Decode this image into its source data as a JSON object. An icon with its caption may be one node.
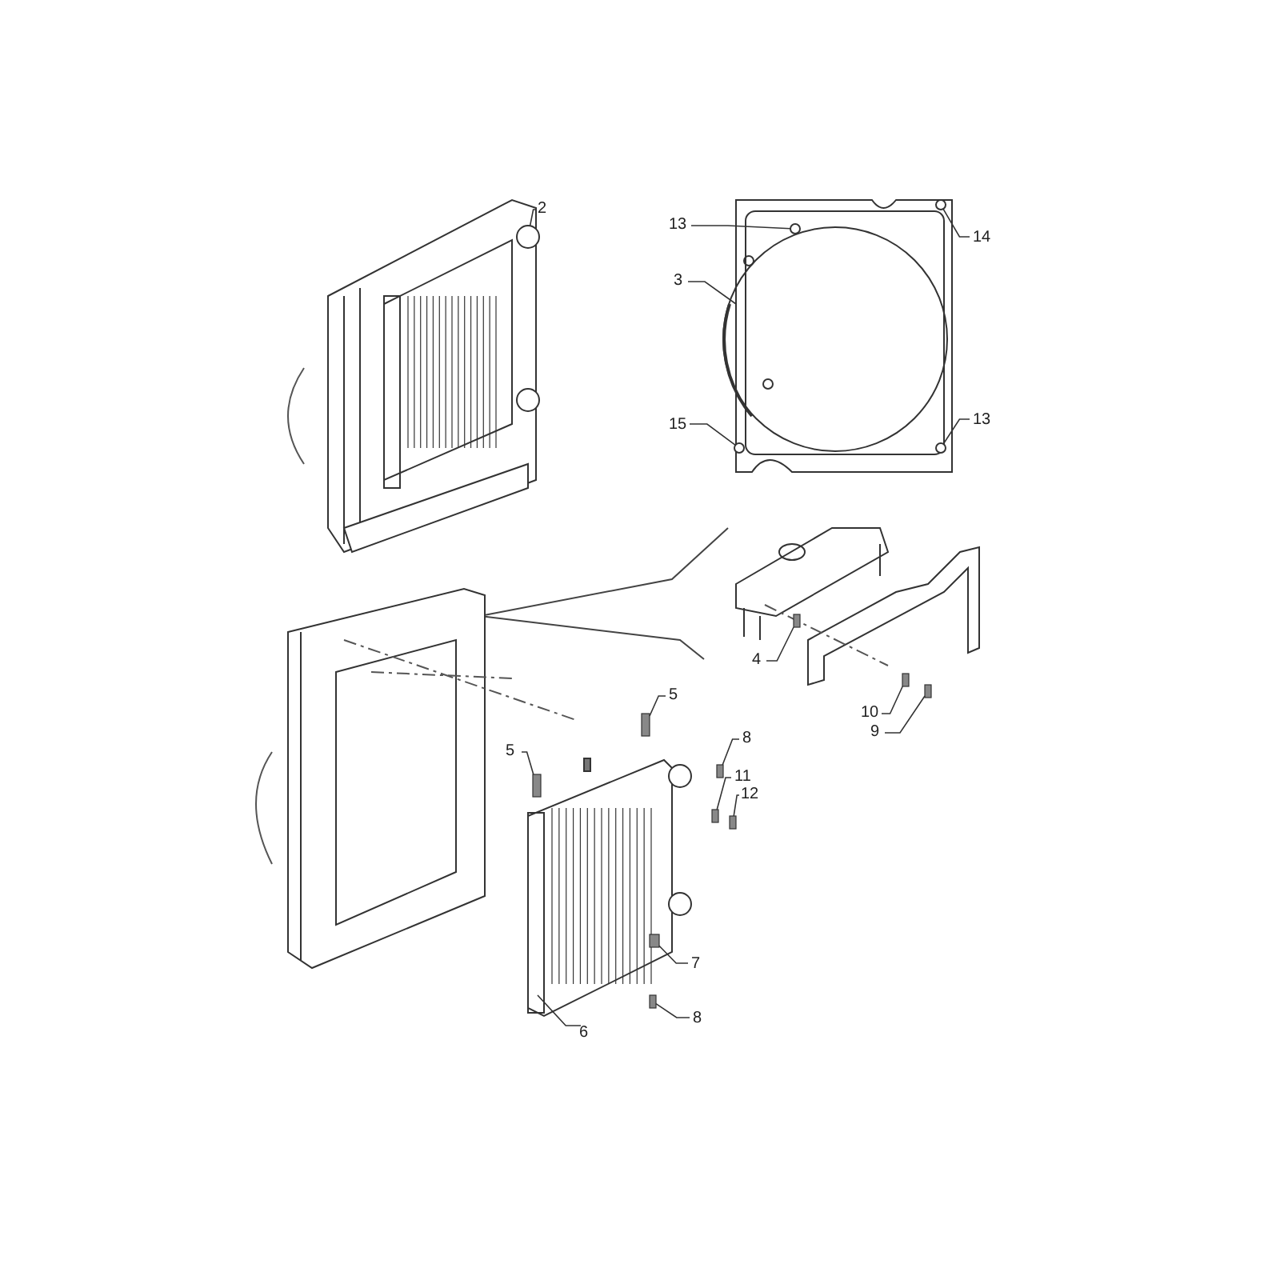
{
  "diagram": {
    "nodes": [
      {
        "text": [
          "2"
        ]
      },
      {
        "text": [
          "13"
        ]
      },
      {
        "text": [
          "14"
        ]
      },
      {
        "text": [
          "3"
        ]
      },
      {
        "text": [
          "15"
        ]
      },
      {
        "text": [
          "13"
        ]
      },
      {
        "text": [
          "4"
        ]
      },
      {
        "text": [
          "5"
        ]
      },
      {
        "text": [
          "10"
        ]
      },
      {
        "text": [
          "9"
        ]
      },
      {
        "text": [
          "8"
        ]
      },
      {
        "text": [
          "5"
        ]
      },
      {
        "text": [
          "11"
        ]
      },
      {
        "text": [
          "12"
        ]
      },
      {
        "text": [
          "7"
        ]
      },
      {
        "text": [
          "8"
        ]
      },
      {
        "text": [
          "6"
        ]
      },
      {
        "text": [],
        "shape": "circle"
      },
      {
        "text": [],
        "shape": "picture"
      },
      {
        "text": [],
        "shape": "circle",
        "in": 18
      },
      {
        "text": [],
        "shape": "circle",
        "in": 18
      },
      {
        "text": [],
        "shape": "circle",
        "in": 18
      },
      {
        "text": [],
        "shape": "circle",
        "in": 18
      },
      {
        "text": [],
        "shape": "bar"
      },
      {
        "text": [],
        "shape": "bar"
      },
      {
        "text": [],
        "shape": "bar"
      },
      {
        "text": [],
        "shape": "bar"
      },
      {
        "text": [],
        "shape": "bar"
      },
      {
        "text": [],
        "shape": "bar"
      },
      {
        "text": [],
        "shape": "bar"
      },
      {
        "text": [],
        "shape": "bar"
      },
      {
        "text": [],
        "shape": "picture"
      },
      {
        "text": [],
        "shape": "bar",
        "in": 31
      },
      {
        "text": [],
        "shape": "bar"
      }
    ],
    "edges": [
      {
        "from": 0,
        "to": 17,
        "arrow": "none"
      },
      {
        "from": 1,
        "to": 19,
        "arrow": "none"
      },
      {
        "from": 2,
        "to": 20,
        "arrow": "none"
      },
      {
        "from": 3,
        "to": 18,
        "arrow": "none"
      },
      {
        "from": 4,
        "to": 21,
        "arrow": "none"
      },
      {
        "from": 5,
        "to": 22,
        "arrow": "none"
      },
      {
        "from": 6,
        "to": 23,
        "arrow": "none"
      },
      {
        "from": 7,
        "to": 24,
        "arrow": "none"
      },
      {
        "from": 8,
        "to": 25,
        "arrow": "none"
      },
      {
        "from": 9,
        "to": 26,
        "arrow": "none"
      },
      {
        "from": 10,
        "to": 27,
        "arrow": "none"
      },
      {
        "from": 11,
        "to": 28,
        "arrow": "none"
      },
      {
        "from": 12,
        "to": 29,
        "arrow": "none"
      },
      {
        "from": 13,
        "to": 30,
        "arrow": "none"
      },
      {
        "from": 14,
        "to": 32,
        "arrow": "none"
      },
      {
        "from": 15,
        "to": 33,
        "arrow": "none"
      },
      {
        "from": 16,
        "to": 31,
        "arrow": "none"
      }
    ]
  }
}
